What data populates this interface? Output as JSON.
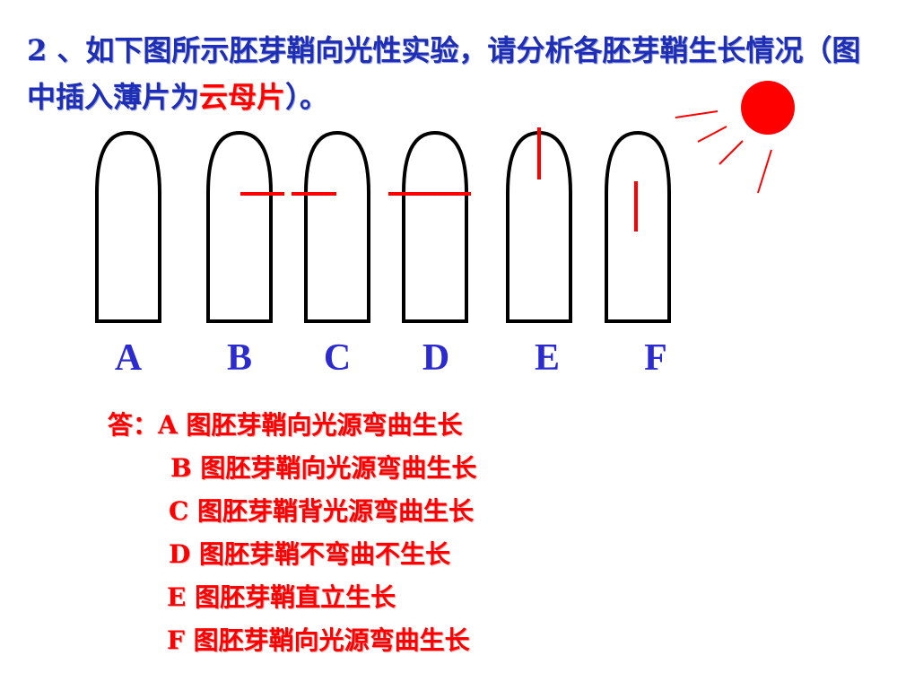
{
  "question": {
    "text_a": "2 、如下图所示胚芽鞘向光性实验，请分析各胚芽鞘生长情况（图中插入薄片为",
    "highlight": "云母片",
    "text_b": "）。"
  },
  "labels": [
    "A",
    "B",
    "C",
    "D",
    "E",
    "F"
  ],
  "answer_prefix": "答：",
  "answers": [
    "A 图胚芽鞘向光源弯曲生长",
    "B 图胚芽鞘向光源弯曲生长",
    "C 图胚芽鞘背光源弯曲生长",
    "D 图胚芽鞘不弯曲不生长",
    "E 图胚芽鞘直立生长",
    "F 图胚芽鞘向光源弯曲生长"
  ],
  "colors": {
    "question": "#1f2fb5",
    "answer": "#ff0000",
    "sun": "#ff0000",
    "outline": "#000000"
  }
}
